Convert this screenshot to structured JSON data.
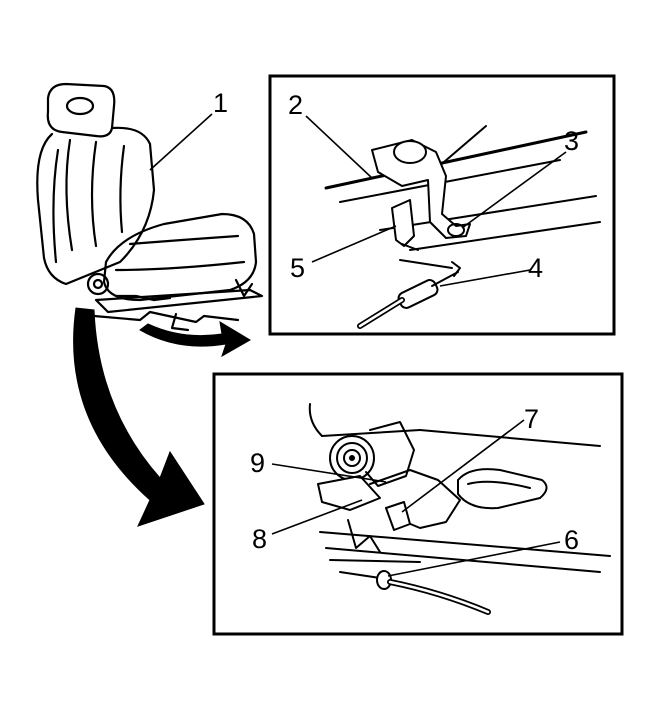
{
  "diagram": {
    "callouts": [
      {
        "id": "1",
        "label": "1"
      },
      {
        "id": "2",
        "label": "2"
      },
      {
        "id": "3",
        "label": "3"
      },
      {
        "id": "4",
        "label": "4"
      },
      {
        "id": "5",
        "label": "5"
      },
      {
        "id": "6",
        "label": "6"
      },
      {
        "id": "7",
        "label": "7"
      },
      {
        "id": "8",
        "label": "8"
      },
      {
        "id": "9",
        "label": "9"
      }
    ],
    "colors": {
      "ink": "#000000",
      "paper": "#ffffff"
    }
  }
}
